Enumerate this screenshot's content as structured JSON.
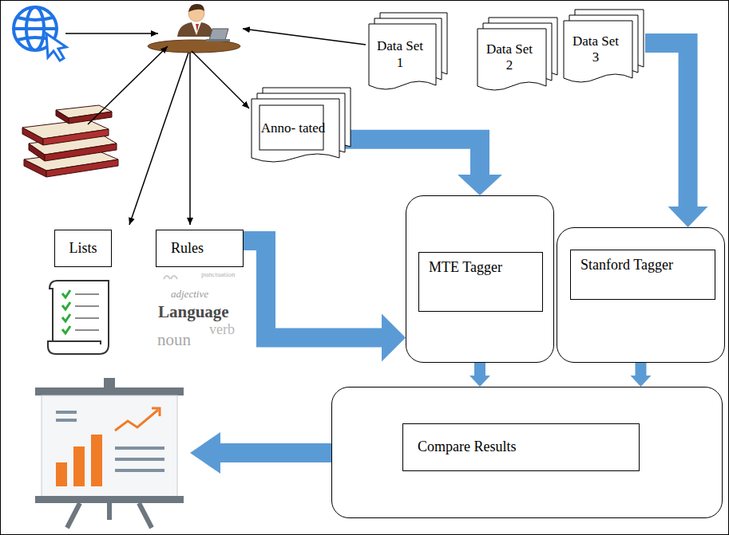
{
  "diagram": {
    "nodes": [
      {
        "text": [
          "Data Set 1"
        ]
      },
      {
        "text": [
          "Data Set 2"
        ]
      },
      {
        "text": [
          "Data Set 3"
        ]
      },
      {
        "text": [
          "Anno- tated"
        ]
      },
      {
        "text": [
          "Lists"
        ]
      },
      {
        "text": [
          "Rules"
        ]
      },
      {
        "text": []
      },
      {
        "text": [
          "MTE Tagger"
        ],
        "in": 6
      },
      {
        "text": []
      },
      {
        "text": [
          "Stanford Tagger"
        ],
        "in": 8
      },
      {
        "text": []
      },
      {
        "text": [
          "Compare Results"
        ],
        "in": 10
      }
    ],
    "edges": [
      {
        "from": 3,
        "to": 6,
        "arrow": "to"
      },
      {
        "from": 2,
        "to": 8,
        "arrow": "to"
      },
      {
        "from": 5,
        "to": 6,
        "arrow": "to"
      },
      {
        "from": 6,
        "to": 10,
        "arrow": "to"
      },
      {
        "from": 8,
        "to": 10,
        "arrow": "to"
      }
    ],
    "labels": [
      "punctuation",
      "adjective",
      "Language",
      "noun",
      "verb"
    ]
  }
}
